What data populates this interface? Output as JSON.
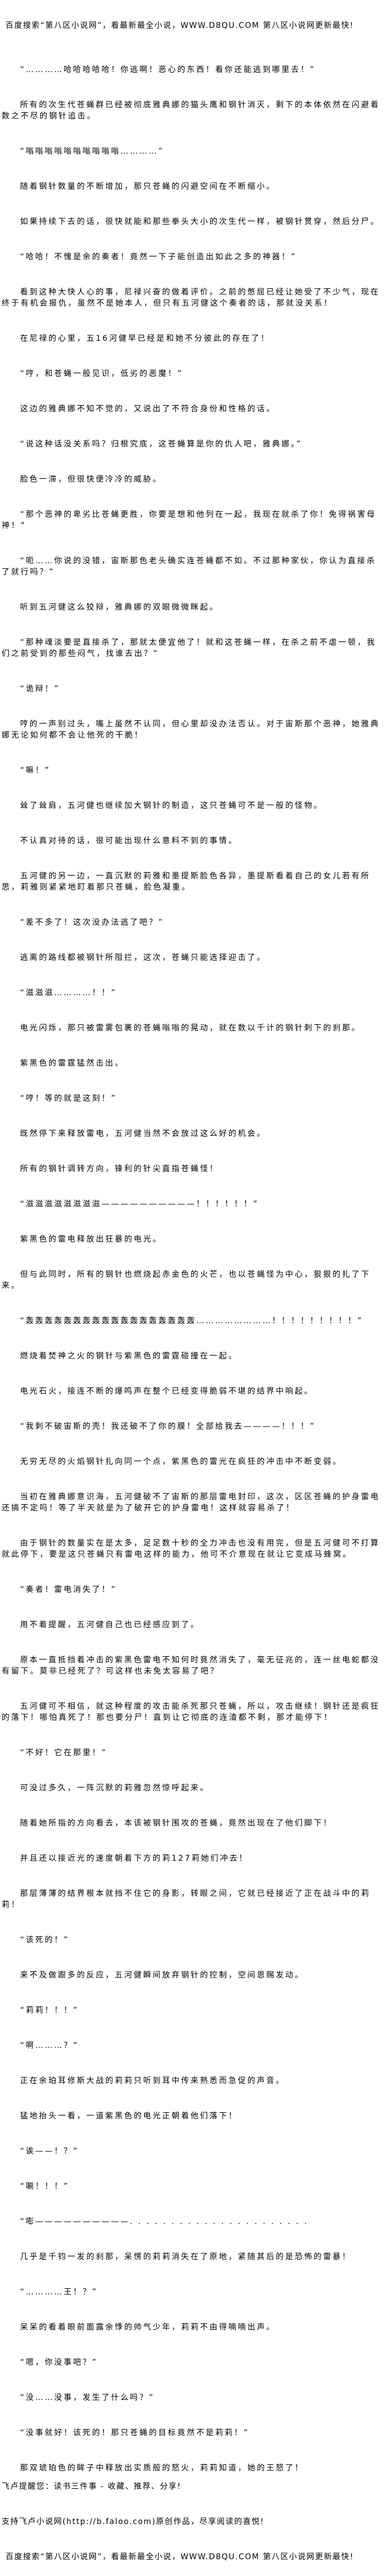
{
  "banner": "百度搜索“第八区小说网”，看最新最全小说，WWW.D8QU.COM  第八区小说网更新最快!",
  "paragraphs": [
    "“…………哈哈哈哈哈！你逃啊！恶心的东西！看你还能逃到哪里去！”",
    "所有的次生代苍蝇群已经被彻底雅典娜的猫头鹰和钢针消灭，剩下的本体依然在闪避着数之不尽的钢针追击。",
    "“嗡嗡嗡嗡嗡嗡嗡嗡嗡嗡…………”",
    "随着钢针数量的不断增加，那只苍蝇的闪避空间在不断缩小。",
    "如果持续下去的话，很快就能和那些拳头大小的次生代一样，被钢针贯穿，然后分尸。",
    "“哈哈！不愧是余的奏者！竟然一下子能创造出如此之多的神器！”",
    "看到这种大快人心的事，尼禄兴奋的做着评价。之前的憋屈已经让她受了不少气，现在终于有机会报仇，虽然不是她本人，但只有五河健这个奏者的话，那就没关系！",
    "在尼禄的心里，五16河健早已经是和她不分彼此的存在了！",
    "“哼，和苍蝇一般见识，低劣的恶魔！”",
    "这边的雅典娜不知不觉的，又说出了不符合身份和性格的话。",
    "“说这种话没关系吗？归根究底，这苍蝇算是你的仇人吧，雅典娜。”",
    "脸色一滞，但很快便冷冷的威胁。",
    "“那个恶神的卑劣比苍蝇更胜，你要是想和他列在一起，我现在就杀了你！免得祸害母神！”",
    "“呃……你说的没错，宙斯那色老头确实连苍蝇都不如。不过那种家伙，你认为直接杀了就行吗？”",
    "听到五河健这么狡辩，雅典娜的双眼微微眯起。",
    "“那种魂淡要是直接杀了，那就太便宜他了！就和这苍蝇一样，在杀之前不虐一顿，我们之前受到的那些闷气，找谁去出？”",
    "“诡辩！”",
    "哼的一声别过头，嘴上虽然不认同，但心里却没办法否认。对于宙斯那个恶神，她雅典娜无论如何都不会让他死的干脆！",
    "“嘛！”",
    "耸了耸肩，五河健也继续加大钢针的制造，这只苍蝇可不是一般的怪物。",
    "不认真对待的话，很可能出现什么意料不到的事情。",
    "五河健的另一边，一直沉默的莉雅和墨提斯脸色各异，墨提斯看着自己的女儿若有所思，莉雅则紧紧地盯着那只苍蝇，脸色凝重。",
    "“差不多了！这次没办法逃了吧？”",
    "逃离的路线都被钢针所阻拦，这次，苍蝇只能选择迎击了。",
    "“滋滋滋…………！！”",
    "电光闪烁，那只被雷雾包裹的苍蝇嗡嗡的晃动，就在数以千计的钢针刺下的刹那。",
    "紫黑色的雷霆猛然击出。",
    "“哼！等的就是这刻！”",
    "既然停下来释放雷电，五河健当然不会放过这么好的机会。",
    "所有的钢针调转方向，锋利的针尖直指苍蝇怪！",
    "“滋滋滋滋滋滋滋滋——————————！！！！！！”",
    "紫黑色的雷电释放出狂暴的电光。",
    "但与此同时，所有的钢针也燃烧起赤金色的火芒，也以苍蝇怪为中心，狠狠的扎了下来。",
    "“轰轰轰轰轰轰轰轰轰轰轰轰轰轰轰轰轰轰……………………！！！！！！！！！”",
    "燃烧着焚神之火的钢针与紫黑色的雷霆碰撞在一起。",
    "电光石火，接连不断的爆鸣声在整个已经变得脆弱不堪的结界中响起。",
    "“我刺不破宙斯的壳！我还破不了你的膜！全部给我去————！！！”",
    "无穷无尽的火焰钢针扎向同一个点，紫黑色的雷光在疯狂的冲击中不断变弱。",
    "当初在雅典娜意识海，五河健破不了宙斯的那层雷电封印，这次，区区苍蝇的护身雷电还搞不定吗！等了半天就是为了破开它的护身雷电！这样就容易杀了！",
    "由于钢针的数量实在是太多，足足数十秒的全力冲击也没有用完，但是五河健可不打算就此停下，要是这只苍蝇只有雷电这样的能力，他可不介意现在就让它变成马蜂窝。",
    "“奏者！雷电消失了！”",
    "用不着提醒，五河健自己也已经感应到了。",
    "原本一直抵挡着冲击的紫黑色雷电不知何时竟然消失了，毫无征兆的，连一丝电蛇都没有留下。莫非已经死了？可这样也未免太容易了吧？",
    "五河健可不相信，就这种程度的攻击能杀死那只苍蝇，所以，攻击继续！钢针还是疯狂的落下！哪怕真死了！那也要分尸！直到让它彻底的连渣都不剩，那才能停下！",
    "“不好！它在那里！”",
    "可没过多久，一阵沉默的莉雅忽然惊呼起来。",
    "随着她所指的方向看去，本该被钢针围攻的苍蝇，竟然出现在了他们脚下！",
    "并且还以接近光的速度朝着下方的莉127莉她们冲去！",
    "那层薄薄的结界根本就挡不住它的身影，转眼之间，它就已经接近了正在战斗中的莉莉！",
    "“该死的！”",
    "来不及做跟多的反应，五河健瞬间放弃钢针的控制，空间恩赐发动。",
    "“莉莉！！！”",
    "“啊………？”",
    "正在余珀耳修斯大战的莉莉只听到耳中传来熟悉而急促的声音。",
    "猛地抬头一看，一道紫黑色的电光正朝着他们落下！",
    "“诶——！？”",
    "“唰！！！”",
    "“嘭——————————. . . . . . . . . . . . . . . . . . . . . .",
    "几乎是千钧一发的刹那，呆愣的莉莉消失在了原地，紧随其后的是恐怖的雷暴！",
    "“…………王！？”",
    "呆呆的看着眼前面露余悸的帅气少年，莉莉不由得喃喃出声。",
    "“嗯，你没事吧？”",
    "“没……没事，发生了什么吗？”",
    "“没事就好！该死的！那只苍蝇的目标竟然不是莉莉！”",
    "那双琥珀色的眸子中释放出实质般的怒火，莉莉知道，她的王怒了！"
  ],
  "footer": {
    "tip": "飞卢提醒您：读书三件事 - 收藏、推荐、分享!",
    "support": "支持飞卢小说网(http://b.faloo.com)原创作品，尽享阅读的喜悦!"
  }
}
